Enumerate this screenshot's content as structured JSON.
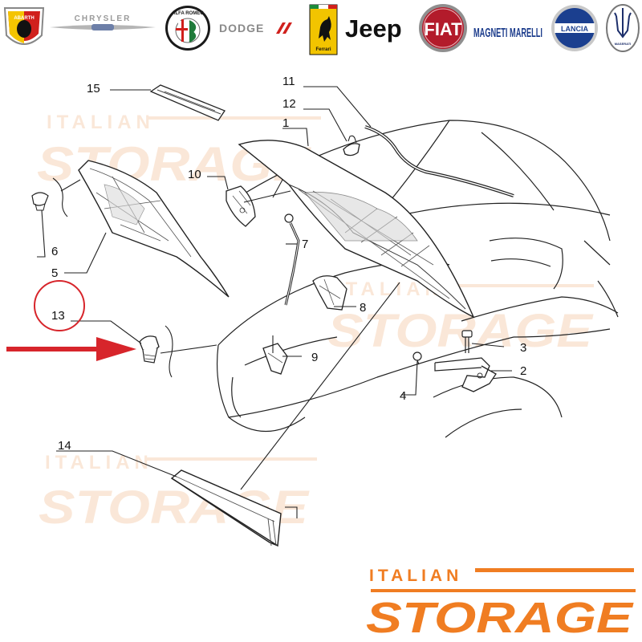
{
  "brand_logos": [
    {
      "name": "abarth",
      "text": "ABARTH",
      "color": "#d0201c"
    },
    {
      "name": "chrysler",
      "text": "CHRYSLER",
      "color": "#9a9a9a"
    },
    {
      "name": "alfa-romeo",
      "text": "ALFA ROMEO",
      "color": "#1f7a3a"
    },
    {
      "name": "dodge",
      "text": "DODGE",
      "color": "#8a8a8a"
    },
    {
      "name": "ferrari",
      "text": "Ferrari",
      "color": "#f2c400"
    },
    {
      "name": "jeep",
      "text": "Jeep",
      "color": "#111111"
    },
    {
      "name": "fiat",
      "text": "FIAT",
      "color": "#b31b2b"
    },
    {
      "name": "magneti-marelli",
      "text": "MAGNETI MARELLI",
      "color": "#1c3c8c"
    },
    {
      "name": "lancia",
      "text": "LANCIA",
      "color": "#1b3f8f"
    },
    {
      "name": "maserati",
      "text": "MASERATI",
      "color": "#1d2f6b"
    }
  ],
  "callouts": [
    "1",
    "2",
    "3",
    "4",
    "5",
    "6",
    "7",
    "8",
    "9",
    "10",
    "11",
    "12",
    "13",
    "14",
    "15"
  ],
  "highlight": {
    "part": "13",
    "color": "#d7252b"
  },
  "watermark": {
    "line1": "ITALIAN",
    "line2": "STORAGE",
    "color": "#f0b888"
  },
  "footer_logo": {
    "line1": "ITALIAN",
    "line2": "STORAGE",
    "color": "#f07d22"
  }
}
